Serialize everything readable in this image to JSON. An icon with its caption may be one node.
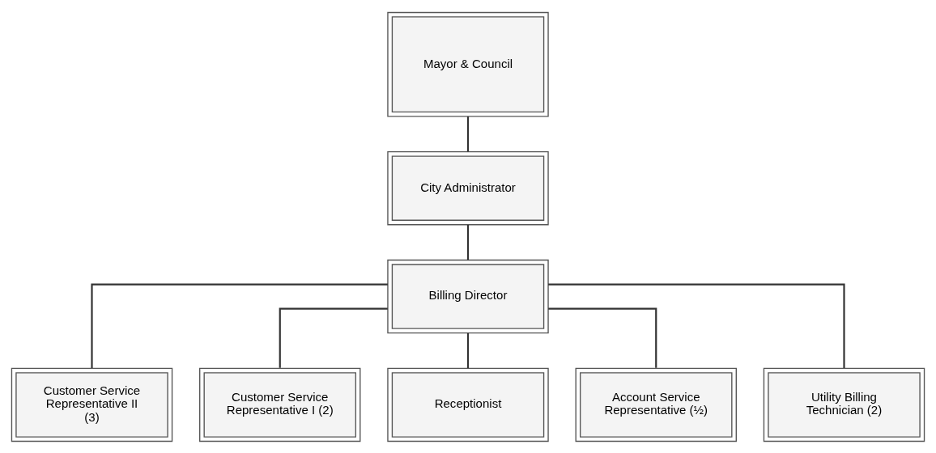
{
  "diagram": {
    "nodes": [
      {
        "text": [
          "Mayor & Council"
        ]
      },
      {
        "text": [
          "City Administrator"
        ]
      },
      {
        "text": [
          "Billing Director"
        ]
      },
      {
        "text": [
          "Customer Service Representative II (3)"
        ]
      },
      {
        "text": [
          "Customer Service Representative I (2)"
        ]
      },
      {
        "text": [
          "Receptionist"
        ]
      },
      {
        "text": [
          "Account Service Representative (½)"
        ]
      },
      {
        "text": [
          "Utility Billing Technician (2)"
        ]
      }
    ],
    "edges": [
      {
        "from": 0,
        "to": 1,
        "arrow": "none"
      },
      {
        "from": 1,
        "to": 2,
        "arrow": "none"
      },
      {
        "from": 2,
        "to": 3,
        "arrow": "none"
      },
      {
        "from": 2,
        "to": 4,
        "arrow": "none"
      },
      {
        "from": 2,
        "to": 5,
        "arrow": "none"
      },
      {
        "from": 2,
        "to": 6,
        "arrow": "none"
      },
      {
        "from": 2,
        "to": 7,
        "arrow": "none"
      }
    ]
  }
}
